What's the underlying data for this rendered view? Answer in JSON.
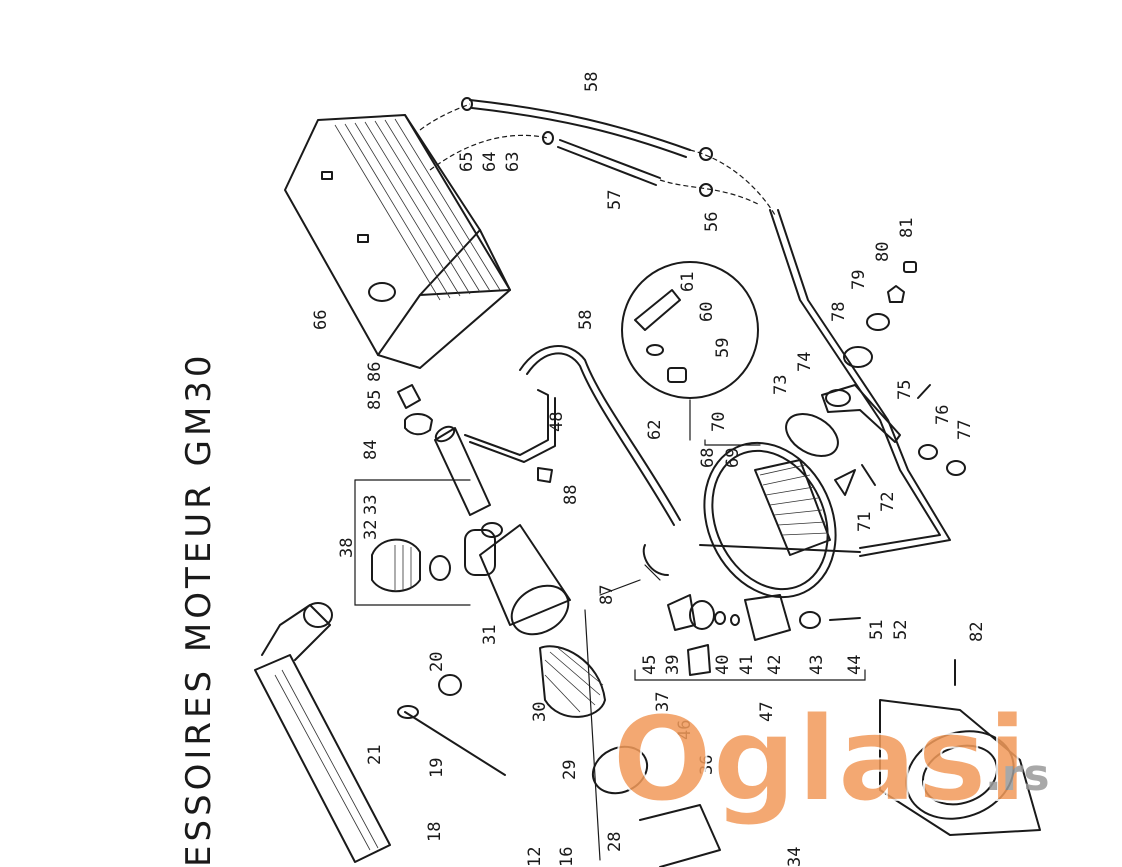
{
  "title": "ESSOIRES MOTEUR GM30",
  "watermark": {
    "main": "Oglasi",
    "suffix": ".rs",
    "color": "#f29a5a"
  },
  "labels": {
    "l12": "12",
    "l16": "16",
    "l18": "18",
    "l19": "19",
    "l20": "20",
    "l21": "21",
    "l28": "28",
    "l29": "29",
    "l30": "30",
    "l31": "31",
    "l32": "32",
    "l33": "33",
    "l34": "34",
    "l36": "36",
    "l37": "37",
    "l38": "38",
    "l39": "39",
    "l40": "40",
    "l41": "41",
    "l42": "42",
    "l43": "43",
    "l44": "44",
    "l45": "45",
    "l46": "46",
    "l47": "47",
    "l48": "48",
    "l51": "51",
    "l52": "52",
    "l56": "56",
    "l57": "57",
    "l58a": "58",
    "l58b": "58",
    "l59": "59",
    "l60": "60",
    "l61": "61",
    "l62": "62",
    "l63": "63",
    "l64": "64",
    "l65": "65",
    "l66": "66",
    "l68": "68",
    "l69": "69",
    "l70": "70",
    "l71": "71",
    "l72": "72",
    "l73": "73",
    "l74": "74",
    "l75": "75",
    "l76": "76",
    "l77": "77",
    "l78": "78",
    "l79": "79",
    "l80": "80",
    "l81": "81",
    "l82": "82",
    "l84": "84",
    "l85": "85",
    "l86": "86",
    "l87": "87",
    "l88": "88"
  }
}
